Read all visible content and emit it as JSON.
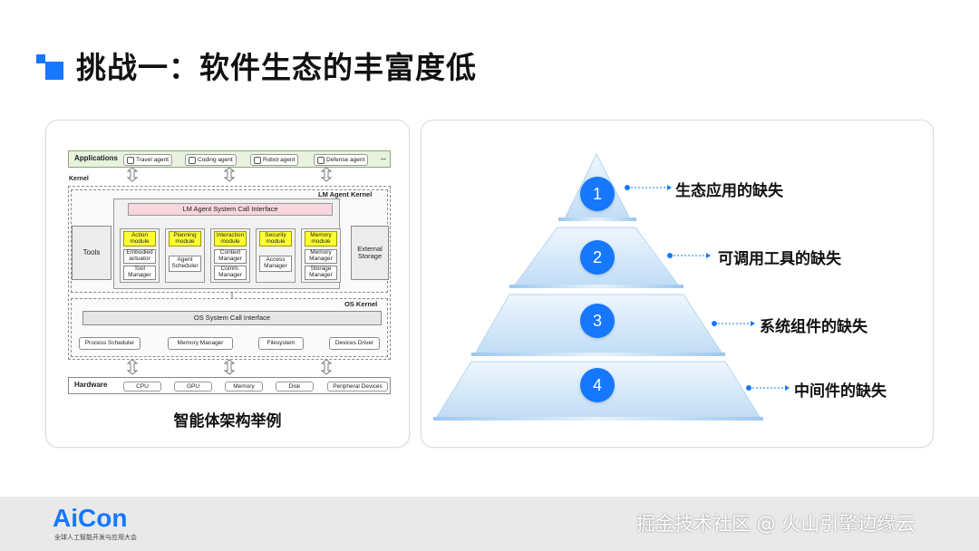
{
  "title": "挑战一：软件生态的丰富度低",
  "architecture": {
    "caption": "智能体架构举例",
    "applications_label": "Applications",
    "apps": [
      "Travel agent",
      "Coding agent",
      "Robot agent",
      "Defense agent"
    ],
    "apps_more": "...",
    "kernel_label": "Kernel",
    "lm_kernel_label": "LM Agent Kernel",
    "lm_syscall": "LM Agent System Call Interface",
    "tools": "Tools",
    "external_storage": "External Storage",
    "modules": [
      {
        "name": "Action module",
        "items": [
          "Embodied actuator",
          "Tool Manager"
        ]
      },
      {
        "name": "Planning module",
        "items": [
          "Agent Scheduler"
        ]
      },
      {
        "name": "Interaction module",
        "items": [
          "Context Manager",
          "Comm. Manager"
        ]
      },
      {
        "name": "Security module",
        "items": [
          "Access Manager"
        ]
      },
      {
        "name": "Memory module",
        "items": [
          "Memory Manager",
          "Storage Manager"
        ]
      }
    ],
    "os_kernel_label": "OS Kernel",
    "os_syscall": "OS System Call Interface",
    "os_items": [
      "Process Scheduler",
      "Memory Manager",
      "Filesystem",
      "Devices Driver"
    ],
    "hardware_label": "Hardware",
    "hardware_items": [
      "CPU",
      "GPU",
      "Memory",
      "Disk",
      "Peripheral Devices"
    ]
  },
  "pyramid": {
    "levels": [
      {
        "number": "1",
        "label": "生态应用的缺失"
      },
      {
        "number": "2",
        "label": "可调用工具的缺失"
      },
      {
        "number": "3",
        "label": "系统组件的缺失"
      },
      {
        "number": "4",
        "label": "中间件的缺失"
      }
    ],
    "accent_color": "#1677ff"
  },
  "footer": {
    "logo": "AiCon",
    "logo_subtitle": "全球人工智能开发与应用大会",
    "watermark": "掘金技术社区 @ 火山引擎边缘云"
  }
}
